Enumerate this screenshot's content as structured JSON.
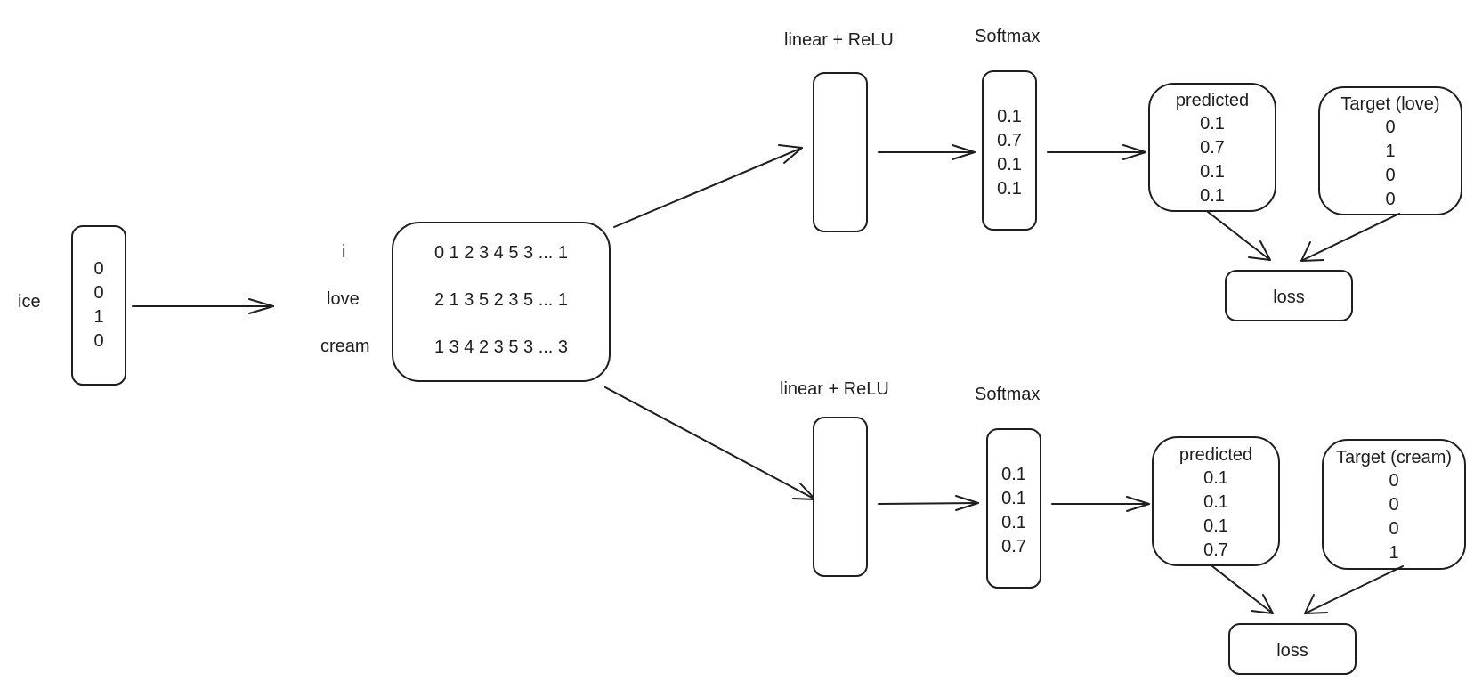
{
  "input": {
    "word": "ice",
    "one_hot": [
      "0",
      "0",
      "1",
      "0"
    ]
  },
  "embedding": {
    "rows": [
      {
        "word": "i",
        "values": "0 1 2 3 4 5 3 ... 1"
      },
      {
        "word": "love",
        "values": "2 1 3 5 2 3 5 ... 1"
      },
      {
        "word": "cream",
        "values": "1 3 4 2 3 5 3 ... 3"
      }
    ]
  },
  "branches": [
    {
      "linear_label": "linear + ReLU",
      "softmax_label": "Softmax",
      "softmax_values": [
        "0.1",
        "0.7",
        "0.1",
        "0.1"
      ],
      "predicted_title": "predicted",
      "predicted_values": [
        "0.1",
        "0.7",
        "0.1",
        "0.1"
      ],
      "target_title": "Target (love)",
      "target_values": [
        "0",
        "1",
        "0",
        "0"
      ],
      "loss_label": "loss"
    },
    {
      "linear_label": "linear + ReLU",
      "softmax_label": "Softmax",
      "softmax_values": [
        "0.1",
        "0.1",
        "0.1",
        "0.7"
      ],
      "predicted_title": "predicted",
      "predicted_values": [
        "0.1",
        "0.1",
        "0.1",
        "0.7"
      ],
      "target_title": "Target (cream)",
      "target_values": [
        "0",
        "0",
        "0",
        "1"
      ],
      "loss_label": "loss"
    }
  ]
}
